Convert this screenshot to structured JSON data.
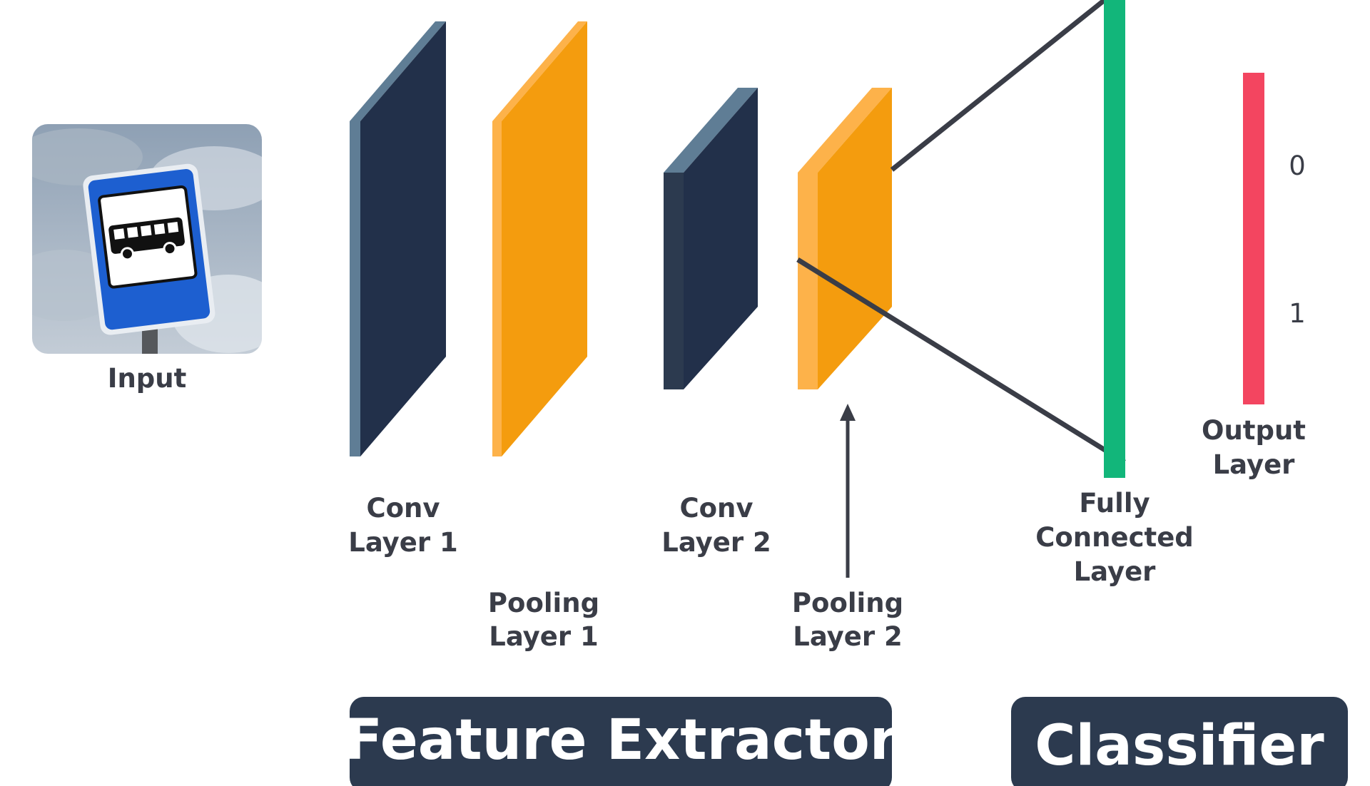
{
  "labels": {
    "input": "Input",
    "conv1": [
      "Conv",
      "Layer 1"
    ],
    "pool1": [
      "Pooling",
      "Layer 1"
    ],
    "conv2": [
      "Conv",
      "Layer 2"
    ],
    "pool2": [
      "Pooling",
      "Layer 2"
    ],
    "fc": [
      "Fully",
      "Connected",
      "Layer"
    ],
    "output": [
      "Output",
      "Layer"
    ],
    "output_values": [
      "0",
      "1"
    ]
  },
  "groups": {
    "feature_extractor": "Feature Extractor",
    "classifier": "Classifier"
  },
  "colors": {
    "conv_front": "#22304a",
    "conv_top": "#5f7d95",
    "pool_front": "#f49c0e",
    "pool_top": "#fdb24a",
    "fc_bar": "#12b67a",
    "output_bar": "#f34560",
    "connector": "#3a3d47",
    "group_box": "#2c3a4f",
    "sign_blue": "#1d5fd0"
  },
  "icons": {
    "input_image": "bus-stop-sign-icon"
  }
}
